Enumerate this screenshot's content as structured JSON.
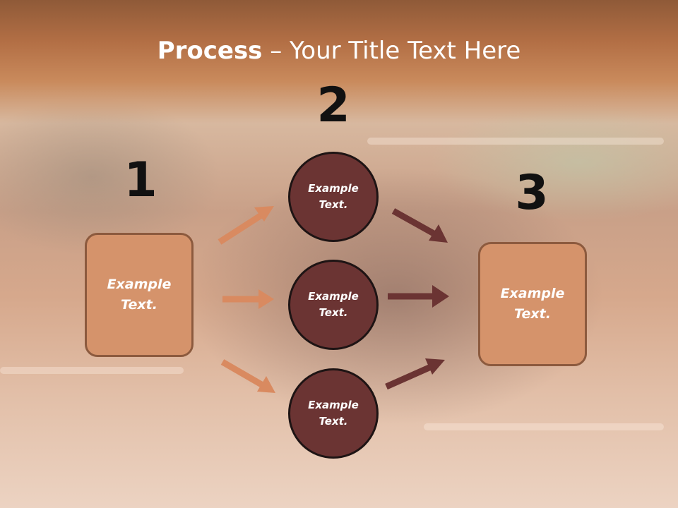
{
  "title": {
    "bold": "Process",
    "rest": " – Your Title Text Here"
  },
  "steps": [
    {
      "number": "1",
      "text": "Example Text."
    },
    {
      "number": "2",
      "items": [
        {
          "text": "Example Text."
        },
        {
          "text": "Example Text."
        },
        {
          "text": "Example Text."
        }
      ]
    },
    {
      "number": "3",
      "text": "Example Text."
    }
  ],
  "colors": {
    "box_fill": "#d5936b",
    "circle_fill": "#6b3433",
    "arrow_light": "#d98a60",
    "arrow_dark": "#6b3433"
  }
}
